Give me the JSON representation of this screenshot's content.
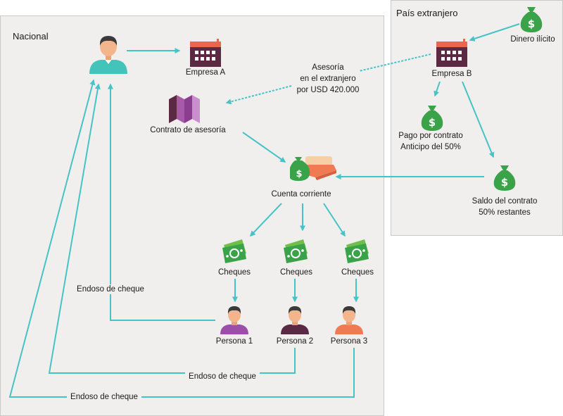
{
  "regions": {
    "nacional": "Nacional",
    "extranjero": "País extranjero"
  },
  "nodes": {
    "empresa_a": "Empresa A",
    "empresa_b": "Empresa B",
    "dinero_ilicito": "Dinero ilícito",
    "asesoria": [
      "Asesoría",
      "en el extranjero",
      "por USD 420.000"
    ],
    "contrato": "Contrato de asesoría",
    "pago": [
      "Pago por contrato",
      "Anticipo del 50%"
    ],
    "saldo": [
      "Saldo del contrato",
      "50% restantes"
    ],
    "cuenta": "Cuenta corriente",
    "cheques": [
      "Cheques",
      "Cheques",
      "Cheques"
    ],
    "personas": [
      "Persona 1",
      "Persona 2",
      "Persona 3"
    ],
    "endoso": [
      "Endoso de cheque",
      "Endoso de cheque",
      "Endoso de cheque"
    ]
  },
  "colors": {
    "arrow": "#45c3c5",
    "panel": "#f0efee",
    "calendar": "#5b2a42",
    "calendar_top": "#e8684f",
    "money_green": "#3aa34a",
    "person_skin": "#f3b58c",
    "person_hair": "#3a3a3a",
    "shirt_top": "#43c4ba",
    "shirt_1": "#9b4fa8",
    "shirt_2": "#5b2a42",
    "shirt_3": "#f07a52"
  },
  "icons": [
    "person-icon",
    "calendar-icon",
    "money-bag-icon",
    "map-icon",
    "money-stack-icon",
    "cash-icon"
  ]
}
